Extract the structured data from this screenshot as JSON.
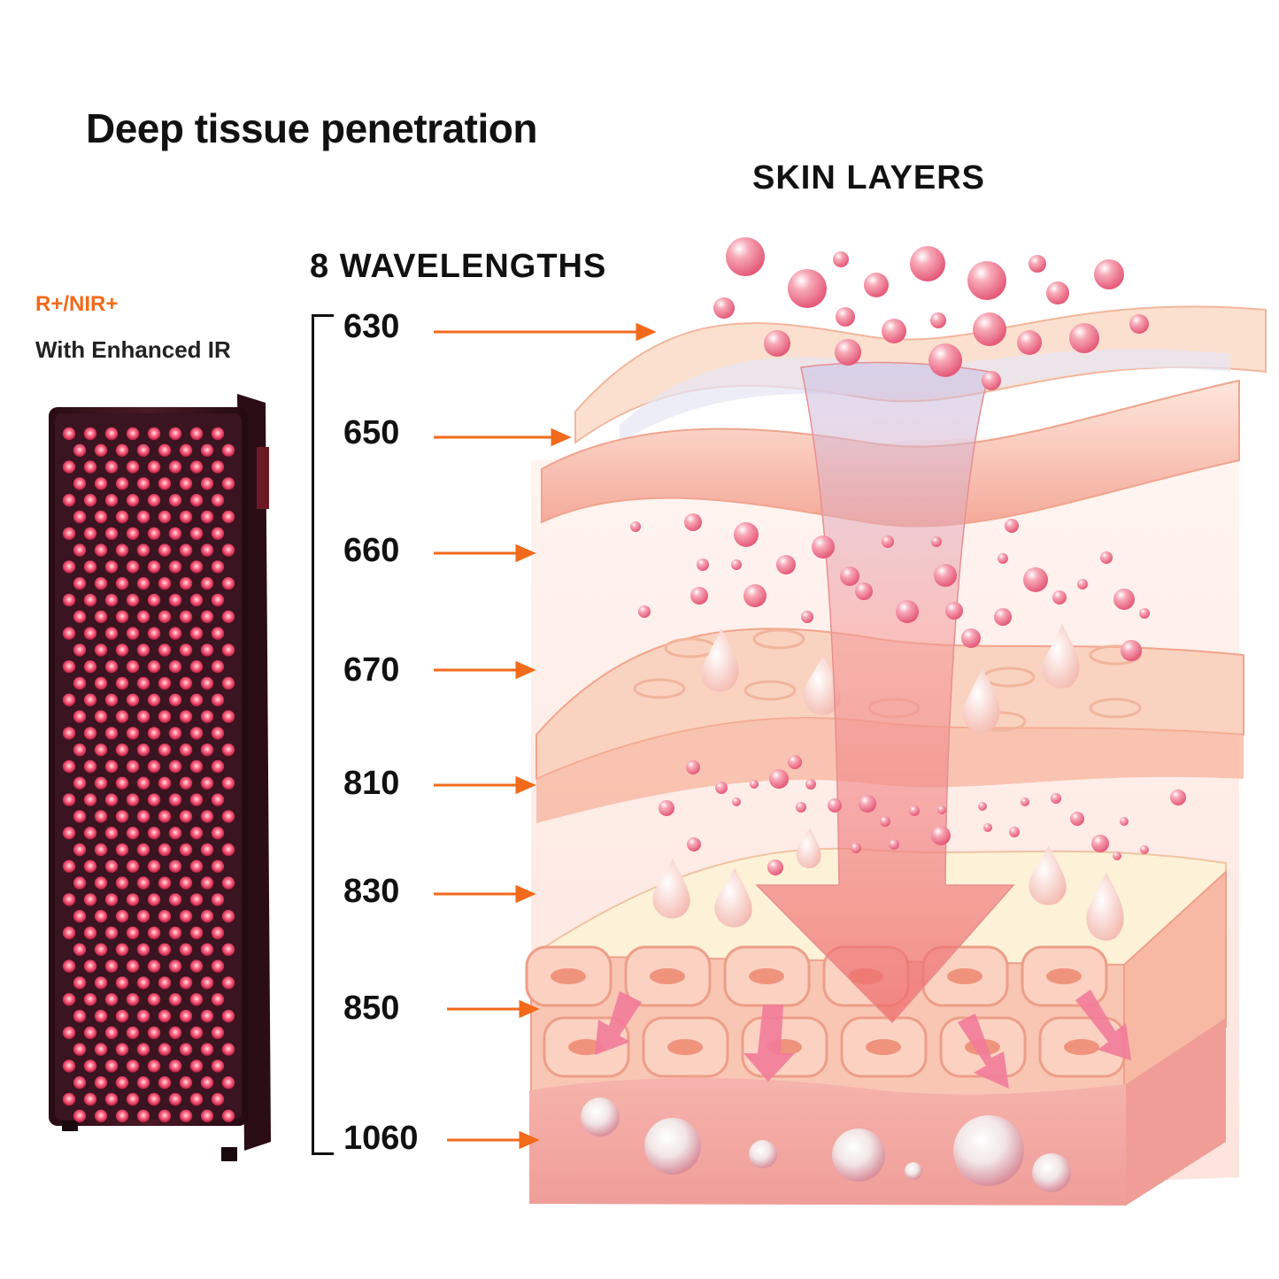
{
  "title": "Deep tissue penetration",
  "skin_layers_heading": "SKIN LAYERS",
  "wavelengths_heading": "8 WAVELENGTHS",
  "badge": "R+/NIR+",
  "badge_subtitle": "With Enhanced IR",
  "wavelengths": [
    "630",
    "650",
    "660",
    "670",
    "810",
    "830",
    "850",
    "1060"
  ],
  "colors": {
    "accent_orange": "#f26a1b",
    "panel_frame": "#3a1420",
    "led_red": "#ff4b6a",
    "skin_pink": "#f6b8a6"
  },
  "icons": {
    "device": "red-light-panel-image",
    "arrow": "orange-arrow-icon",
    "skin": "skin-layers-illustration"
  }
}
